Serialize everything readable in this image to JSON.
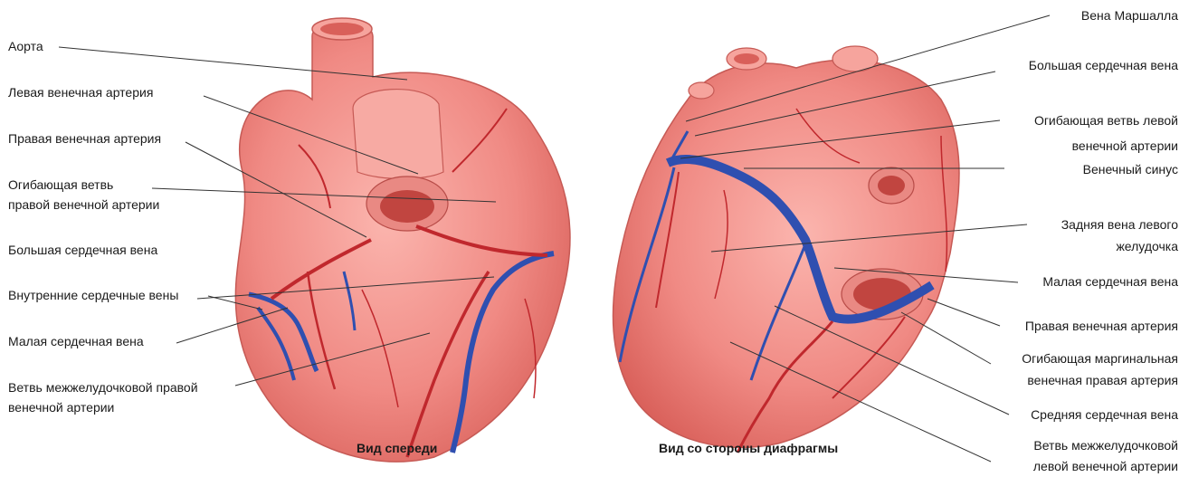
{
  "front_view": {
    "caption": "Вид спереди",
    "labels": {
      "aorta": "Аорта",
      "left_coronary_artery": "Левая венечная артерия",
      "right_coronary_artery": "Правая венечная артерия",
      "circumflex_right_1": "Огибающая ветвь",
      "circumflex_right_2": "правой венечной артерии",
      "great_cardiac_vein": "Большая сердечная вена",
      "internal_cardiac_veins": "Внутренние сердечные вены",
      "small_cardiac_vein": "Малая сердечная вена",
      "interventricular_branch_1": "Ветвь межжелудочковой правой",
      "interventricular_branch_2": "венечной артерии"
    }
  },
  "diaphragm_view": {
    "caption": "Вид со стороны диафрагмы",
    "labels": {
      "marshall_vein": "Вена Маршалла",
      "great_cardiac_vein": "Большая сердечная вена",
      "circumflex_left_1": "Огибающая ветвь левой",
      "circumflex_left_2": "венечной артерии",
      "coronary_sinus": "Венечный синус",
      "posterior_lv_vein_1": "Задняя вена левого",
      "posterior_lv_vein_2": "желудочка",
      "small_cardiac_vein": "Малая сердечная вена",
      "right_coronary_artery": "Правая венечная артерия",
      "marginal_1": "Огибающая маргинальная",
      "marginal_2": "венечная правая артерия",
      "middle_cardiac_vein": "Средняя сердечная вена",
      "interventricular_left_1": "Ветвь межжелудочковой",
      "interventricular_left_2": "левой венечной артерии"
    }
  },
  "colors": {
    "heart_fill": "#f08a84",
    "heart_dark": "#d9534f",
    "artery": "#c0282d",
    "vein": "#2f4fb0",
    "line": "#333333"
  }
}
